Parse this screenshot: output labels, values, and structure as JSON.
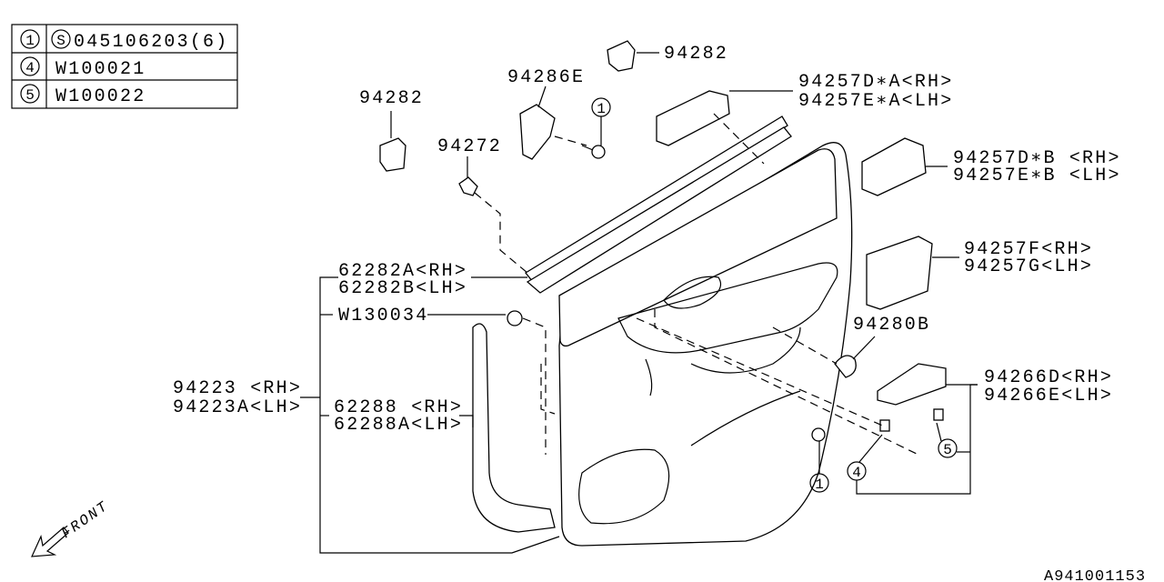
{
  "legend": {
    "rows": [
      {
        "ref": "1",
        "prefix_symbol": "S",
        "part": "045106203(6)"
      },
      {
        "ref": "4",
        "part": "W100021"
      },
      {
        "ref": "5",
        "part": "W100022"
      }
    ]
  },
  "callouts": {
    "clip_top": "94282",
    "bracket": "94286E",
    "clip_left": "94282",
    "clip_small": "94272",
    "pad_a_rh": "94257D∗A<RH>",
    "pad_a_lh": "94257E∗A<LH>",
    "pad_b_rh": "94257D∗B <RH>",
    "pad_b_lh": "94257E∗B <LH>",
    "pad_f_rh": "94257F<RH>",
    "pad_g_lh": "94257G<LH>",
    "weatherstrip_rh": "62282A<RH>",
    "weatherstrip_lh": "62282B<LH>",
    "clip_w": "W130034",
    "cap": "94280B",
    "handle_rh": "94266D<RH>",
    "handle_lh": "94266E<LH>",
    "trim_rh": "94223 <RH>",
    "trim_lh": "94223A<LH>",
    "seal_rh": "62288 <RH>",
    "seal_lh": "62288A<LH>",
    "ref_1a": "1",
    "ref_1b": "1",
    "ref_4": "4",
    "ref_5": "5"
  },
  "front_label": "FRONT",
  "diagram_id": "A941001153"
}
